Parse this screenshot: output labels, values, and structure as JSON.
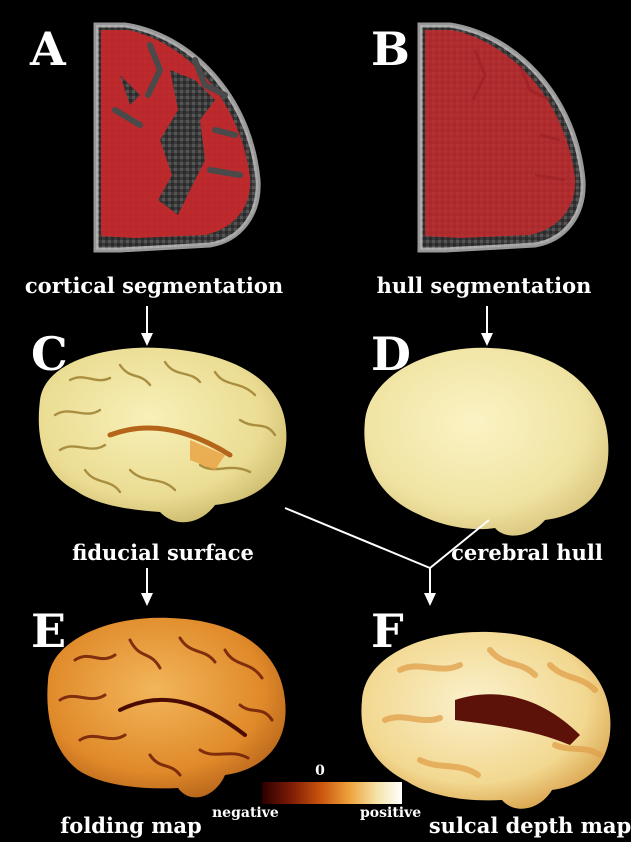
{
  "panels": {
    "a": {
      "letter": "A",
      "caption": "cortical segmentation"
    },
    "b": {
      "letter": "B",
      "caption": "hull segmentation"
    },
    "c": {
      "letter": "C",
      "caption": "fiducial surface"
    },
    "d": {
      "letter": "D",
      "caption": "cerebral hull"
    },
    "e": {
      "letter": "E",
      "caption": "folding map"
    },
    "f": {
      "letter": "F",
      "caption": "sulcal depth map"
    }
  },
  "colorbar": {
    "left_label": "negative",
    "center_label": "0",
    "right_label": "positive",
    "colors": [
      "#2a0000",
      "#7a1a05",
      "#c9540e",
      "#eda13a",
      "#f5e3a6",
      "#ffffff"
    ]
  },
  "colors": {
    "background": "#000000",
    "segmentation_red": "#c8282c",
    "hull_cream": "#f3e8a6",
    "surface_yellow": "#efe29a",
    "folding_orange": "#e08a2a",
    "sulcal_dark": "#5c1208"
  }
}
